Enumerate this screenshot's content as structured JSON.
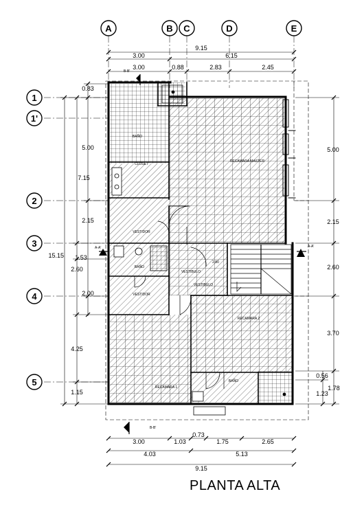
{
  "title": "PLANTA ALTA",
  "grid": {
    "columns": [
      "A",
      "B",
      "C",
      "D",
      "E"
    ],
    "rows": [
      "1",
      "1'",
      "2",
      "3",
      "4",
      "5"
    ]
  },
  "dimensions": {
    "top_total": "9.15",
    "top_row1": [
      "3.00",
      "6.15"
    ],
    "top_row2": [
      "3.00",
      "0.88",
      "2.83",
      "2.45"
    ],
    "bottom_row1": [
      "3.00",
      "1.03",
      "0.73",
      "1.75",
      "2.65"
    ],
    "bottom_row2": [
      "4.03",
      "5.13"
    ],
    "bottom_total": "9.15",
    "left_total": "15.15",
    "left_outer": [
      "7.15",
      "1.53",
      "2.60",
      "4.25",
      "1.15"
    ],
    "left_inner": [
      "0.83",
      "5.00",
      "2.15",
      "2.00"
    ],
    "right": [
      "5.00",
      "2.15",
      "2.60",
      "3.70",
      "0.56",
      "1.23",
      "1.78"
    ],
    "stair_small": "2.80"
  },
  "section_marks": {
    "b_top": "B-B'",
    "b_bottom": "B-B'",
    "a_left": "A-A'",
    "a_right": "A-A'"
  },
  "rooms": {
    "bano1": "BAÑO",
    "recamara_master": "RECAMARA MASTER",
    "vestidor_master": "VESTIDOR",
    "vestibulo": "VESTIBULO",
    "bano2": "BAÑO",
    "vestidor2": "VESTIDOR",
    "recamara2": "RECAMARA 2",
    "recamara1": "RECAMARA 1",
    "bano3": "BAÑO",
    "closet": "CLOSET"
  }
}
